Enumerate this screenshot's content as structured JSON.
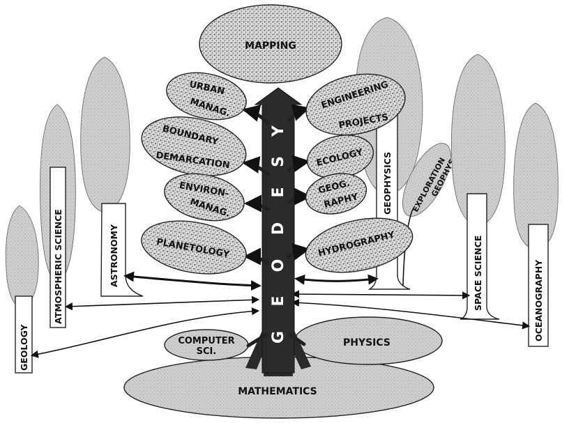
{
  "diagram": {
    "center": {
      "letters": [
        "G",
        "E",
        "O",
        "D",
        "E",
        "S",
        "Y"
      ]
    },
    "canopy": {
      "mapping": "MAPPING",
      "urban": [
        "URBAN",
        "MANAG."
      ],
      "boundary": [
        "BOUNDARY",
        "DEMARCATION"
      ],
      "environ": [
        "ENVIRON-",
        "MANAG."
      ],
      "planetology": "PLANETOLOGY",
      "engineering": [
        "ENGINEERING",
        "PROJECTS"
      ],
      "ecology": "ECOLOGY",
      "geography": [
        "GEOG.",
        "RAPHY"
      ],
      "hydrography": "HYDROGRAPHY"
    },
    "ground": {
      "computer": [
        "COMPUTER",
        "SCI."
      ],
      "physics": "PHYSICS",
      "mathematics": "MATHEMATICS"
    },
    "trees": {
      "geology": "GEOLOGY",
      "atmospheric": "ATMOSPHERIC  SCIENCE",
      "astronomy": "ASTRONOMY",
      "geophysics": "GEOPHYSICS",
      "exploration": [
        "EXPLORATION",
        "GEOPHYS."
      ],
      "space": "SPACE  SCIENCE",
      "oceanography": "OCEANOGRAPHY"
    }
  }
}
